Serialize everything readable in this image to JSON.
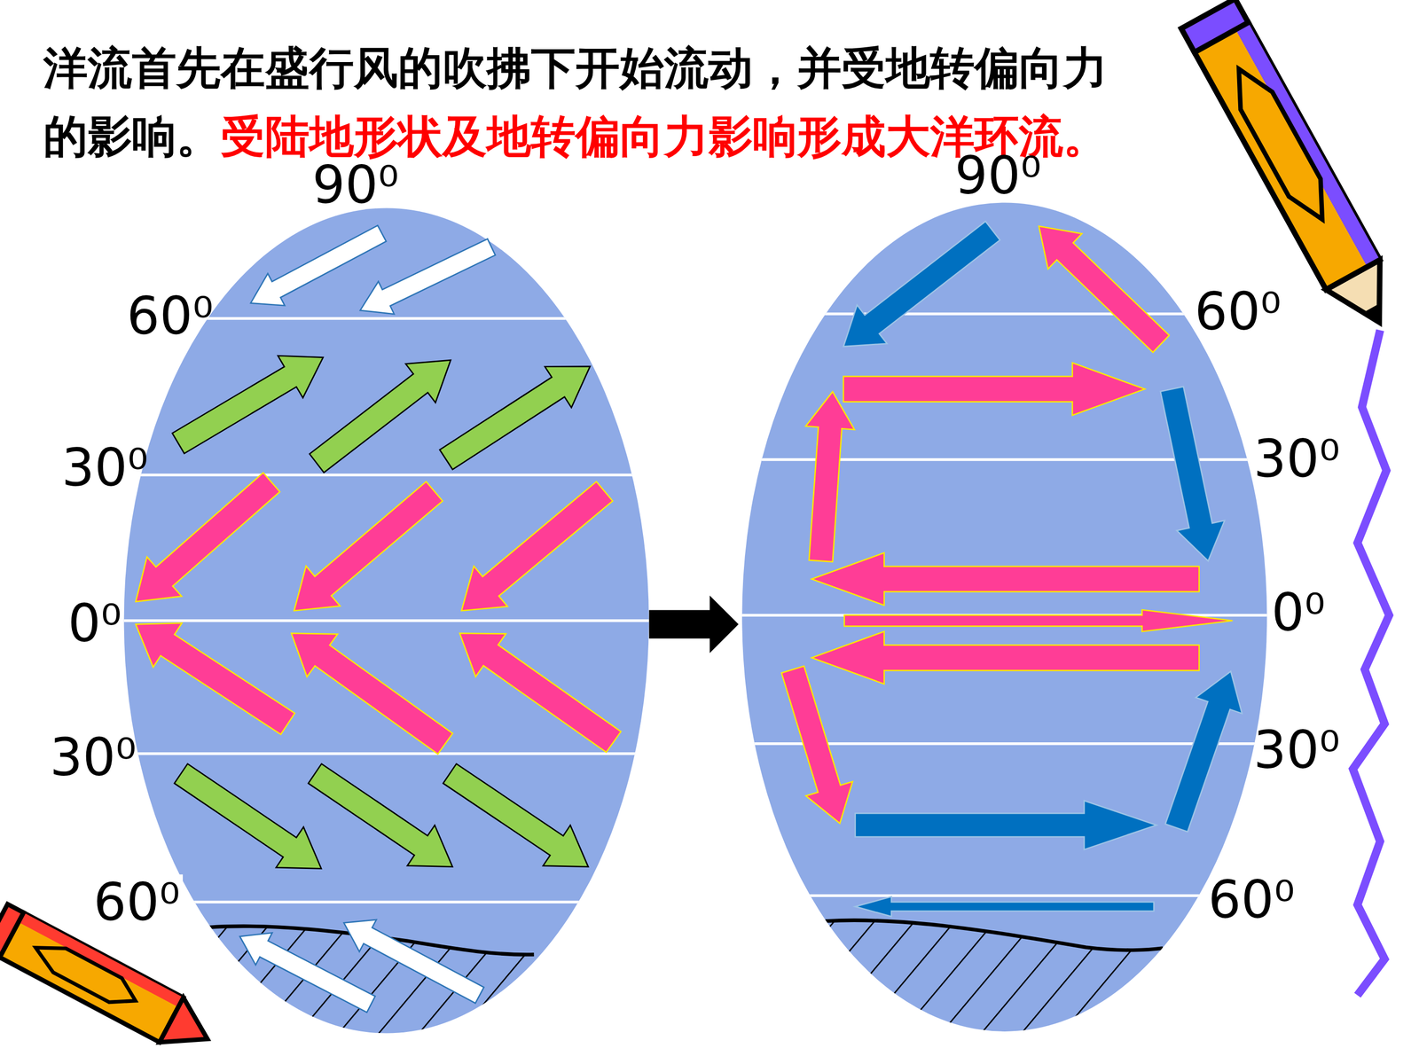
{
  "diagram": {
    "title": "洋流首先在盛行风的吹拂下开始流动，并受地转偏向力的影响。",
    "labels": [
      "受陆地形状及地转偏向力影响形成大洋环流。",
      "90⁰",
      "60⁰",
      "30⁰",
      "0⁰",
      "30⁰",
      "60⁰",
      "90⁰",
      "60⁰",
      "30⁰",
      "0⁰",
      "30⁰",
      "60⁰"
    ]
  }
}
